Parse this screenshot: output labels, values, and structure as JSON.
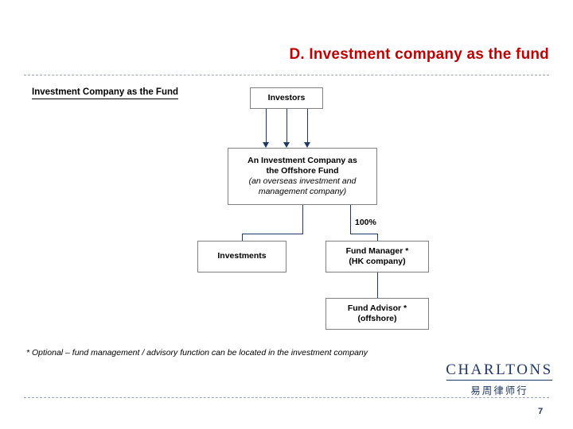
{
  "slide": {
    "title": "D. Investment company as the fund",
    "subheading": "Investment Company as the Fund",
    "ownership_label": "100%",
    "footnote": "* Optional – fund management / advisory function can be located in the investment company",
    "page_number": "7",
    "accent_color": "#c00000",
    "line_color": "#1f3864"
  },
  "boxes": {
    "investors": {
      "line1": "Investors"
    },
    "offshore_fund": {
      "line1": "An Investment Company as",
      "line2": "the Offshore Fund",
      "line3": "(an overseas investment and",
      "line4": "management company)"
    },
    "investments": {
      "line1": "Investments"
    },
    "fund_manager": {
      "line1": "Fund Manager *",
      "line2": "(HK company)"
    },
    "fund_advisor": {
      "line1": "Fund Advisor *",
      "line2": "(offshore)"
    }
  },
  "logo": {
    "name": "CHARLTONS",
    "chinese": "易周律师行"
  }
}
